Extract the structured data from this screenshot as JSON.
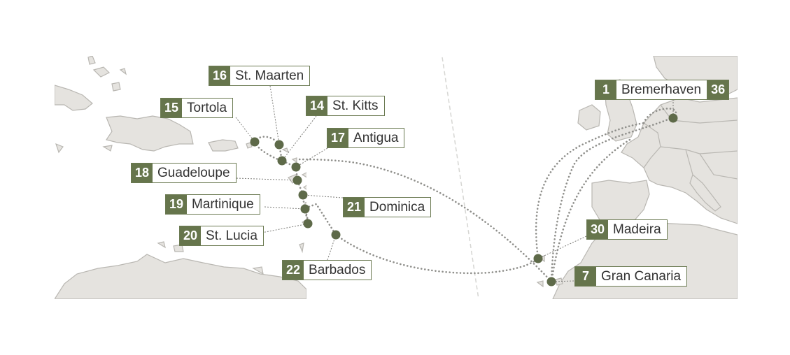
{
  "colors": {
    "land": "#e5e3df",
    "coast": "#b9b7b2",
    "route": "#8f8f8b",
    "marker": "#5e6a49",
    "badge": "#66754c"
  },
  "ports": [
    {
      "id": "bremerhaven",
      "numbers": [
        "1",
        "36"
      ],
      "name": "Bremerhaven"
    },
    {
      "id": "gran-canaria",
      "numbers": [
        "7"
      ],
      "name": "Gran Canaria"
    },
    {
      "id": "st-kitts",
      "numbers": [
        "14"
      ],
      "name": "St. Kitts"
    },
    {
      "id": "tortola",
      "numbers": [
        "15"
      ],
      "name": "Tortola"
    },
    {
      "id": "st-maarten",
      "numbers": [
        "16"
      ],
      "name": "St. Maarten"
    },
    {
      "id": "antigua",
      "numbers": [
        "17"
      ],
      "name": "Antigua"
    },
    {
      "id": "guadeloupe",
      "numbers": [
        "18"
      ],
      "name": "Guadeloupe"
    },
    {
      "id": "martinique",
      "numbers": [
        "19"
      ],
      "name": "Martinique"
    },
    {
      "id": "st-lucia",
      "numbers": [
        "20"
      ],
      "name": "St. Lucia"
    },
    {
      "id": "dominica",
      "numbers": [
        "21"
      ],
      "name": "Dominica"
    },
    {
      "id": "barbados",
      "numbers": [
        "22"
      ],
      "name": "Barbados"
    },
    {
      "id": "madeira",
      "numbers": [
        "30"
      ],
      "name": "Madeira"
    }
  ]
}
